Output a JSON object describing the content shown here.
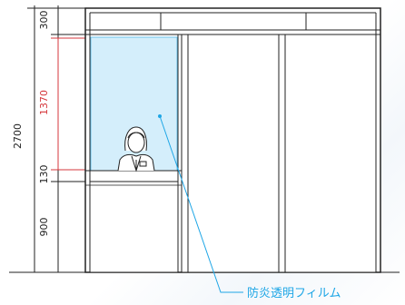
{
  "dimensions": {
    "overall": "2700",
    "top": "300",
    "film": "1370",
    "gap": "130",
    "bottom": "900"
  },
  "callout": {
    "label": "防炎透明フィルム"
  },
  "colors": {
    "line": "#222222",
    "film_fill": "#d4eefb",
    "film_stroke": "#6cc2ea",
    "callout": "#1ea6e6",
    "highlight_dim": "#d5373c"
  }
}
